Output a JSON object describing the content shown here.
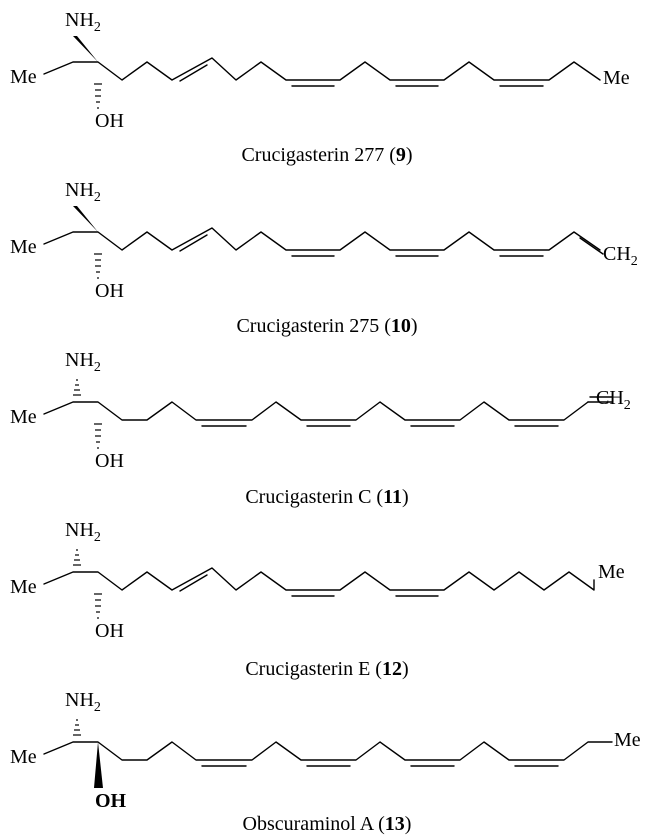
{
  "molecules": [
    {
      "caption": "Crucigasterin 277 (",
      "number": "9",
      "caption_end": ")",
      "amine": "NH",
      "amine_sub": "2",
      "hydroxyl": "OH",
      "left_group": "Me",
      "right_group": "Me",
      "right_sub": ""
    },
    {
      "caption": "Crucigasterin 275 (",
      "number": "10",
      "caption_end": ")",
      "amine": "NH",
      "amine_sub": "2",
      "hydroxyl": "OH",
      "left_group": "Me",
      "right_group": "CH",
      "right_sub": "2"
    },
    {
      "caption": "Crucigasterin C (",
      "number": "11",
      "caption_end": ")",
      "amine": "NH",
      "amine_sub": "2",
      "hydroxyl": "OH",
      "left_group": "Me",
      "right_group": "CH",
      "right_sub": "2"
    },
    {
      "caption": "Crucigasterin E (",
      "number": "12",
      "caption_end": ")",
      "amine": "NH",
      "amine_sub": "2",
      "hydroxyl": "OH",
      "left_group": "Me",
      "right_group": "Me",
      "right_sub": ""
    },
    {
      "caption": "Obscuraminol A (",
      "number": "13",
      "caption_end": ")",
      "amine": "NH",
      "amine_sub": "2",
      "hydroxyl": "OH",
      "left_group": "Me",
      "right_group": "Me",
      "right_sub": ""
    }
  ]
}
